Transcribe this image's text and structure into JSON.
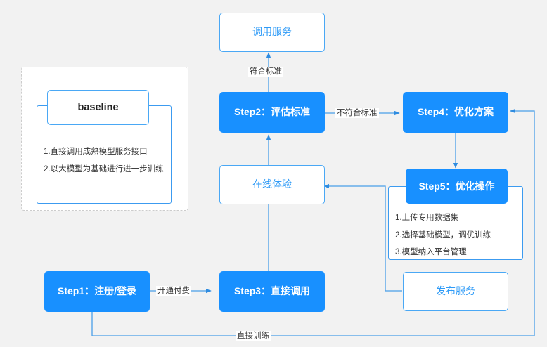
{
  "diagram": {
    "title": "AI model platform usage flow",
    "background_color": "#f2f2f2",
    "accent_color": "#1890ff",
    "outline_color": "#4aa8f5"
  },
  "nodes": {
    "call_service": {
      "label": "调用服务",
      "style": "outlined"
    },
    "step2": {
      "label": "Step2：评估标准",
      "style": "filled"
    },
    "step4": {
      "label": "Step4：优化方案",
      "style": "filled"
    },
    "online_trial": {
      "label": "在线体验",
      "style": "outlined"
    },
    "step1": {
      "label": "Step1：注册/登录",
      "style": "filled"
    },
    "step3": {
      "label": "Step3：直接调用",
      "style": "filled"
    },
    "publish_service": {
      "label": "发布服务",
      "style": "outlined"
    }
  },
  "groups": {
    "baseline": {
      "title": "baseline",
      "items": [
        "1.直接调用成熟模型服务接口",
        "2.以大模型为基础进行进一步训练"
      ]
    },
    "step5": {
      "title": "Step5：优化操作",
      "items": [
        "1.上传专用数据集",
        "2.选择基础模型，调优训练",
        "3.模型纳入平台管理"
      ]
    }
  },
  "edge_labels": {
    "meets_standard": "符合标准",
    "not_meets_standard": "不符合标准",
    "activate_payment": "开通付费",
    "direct_training": "直接训练"
  }
}
